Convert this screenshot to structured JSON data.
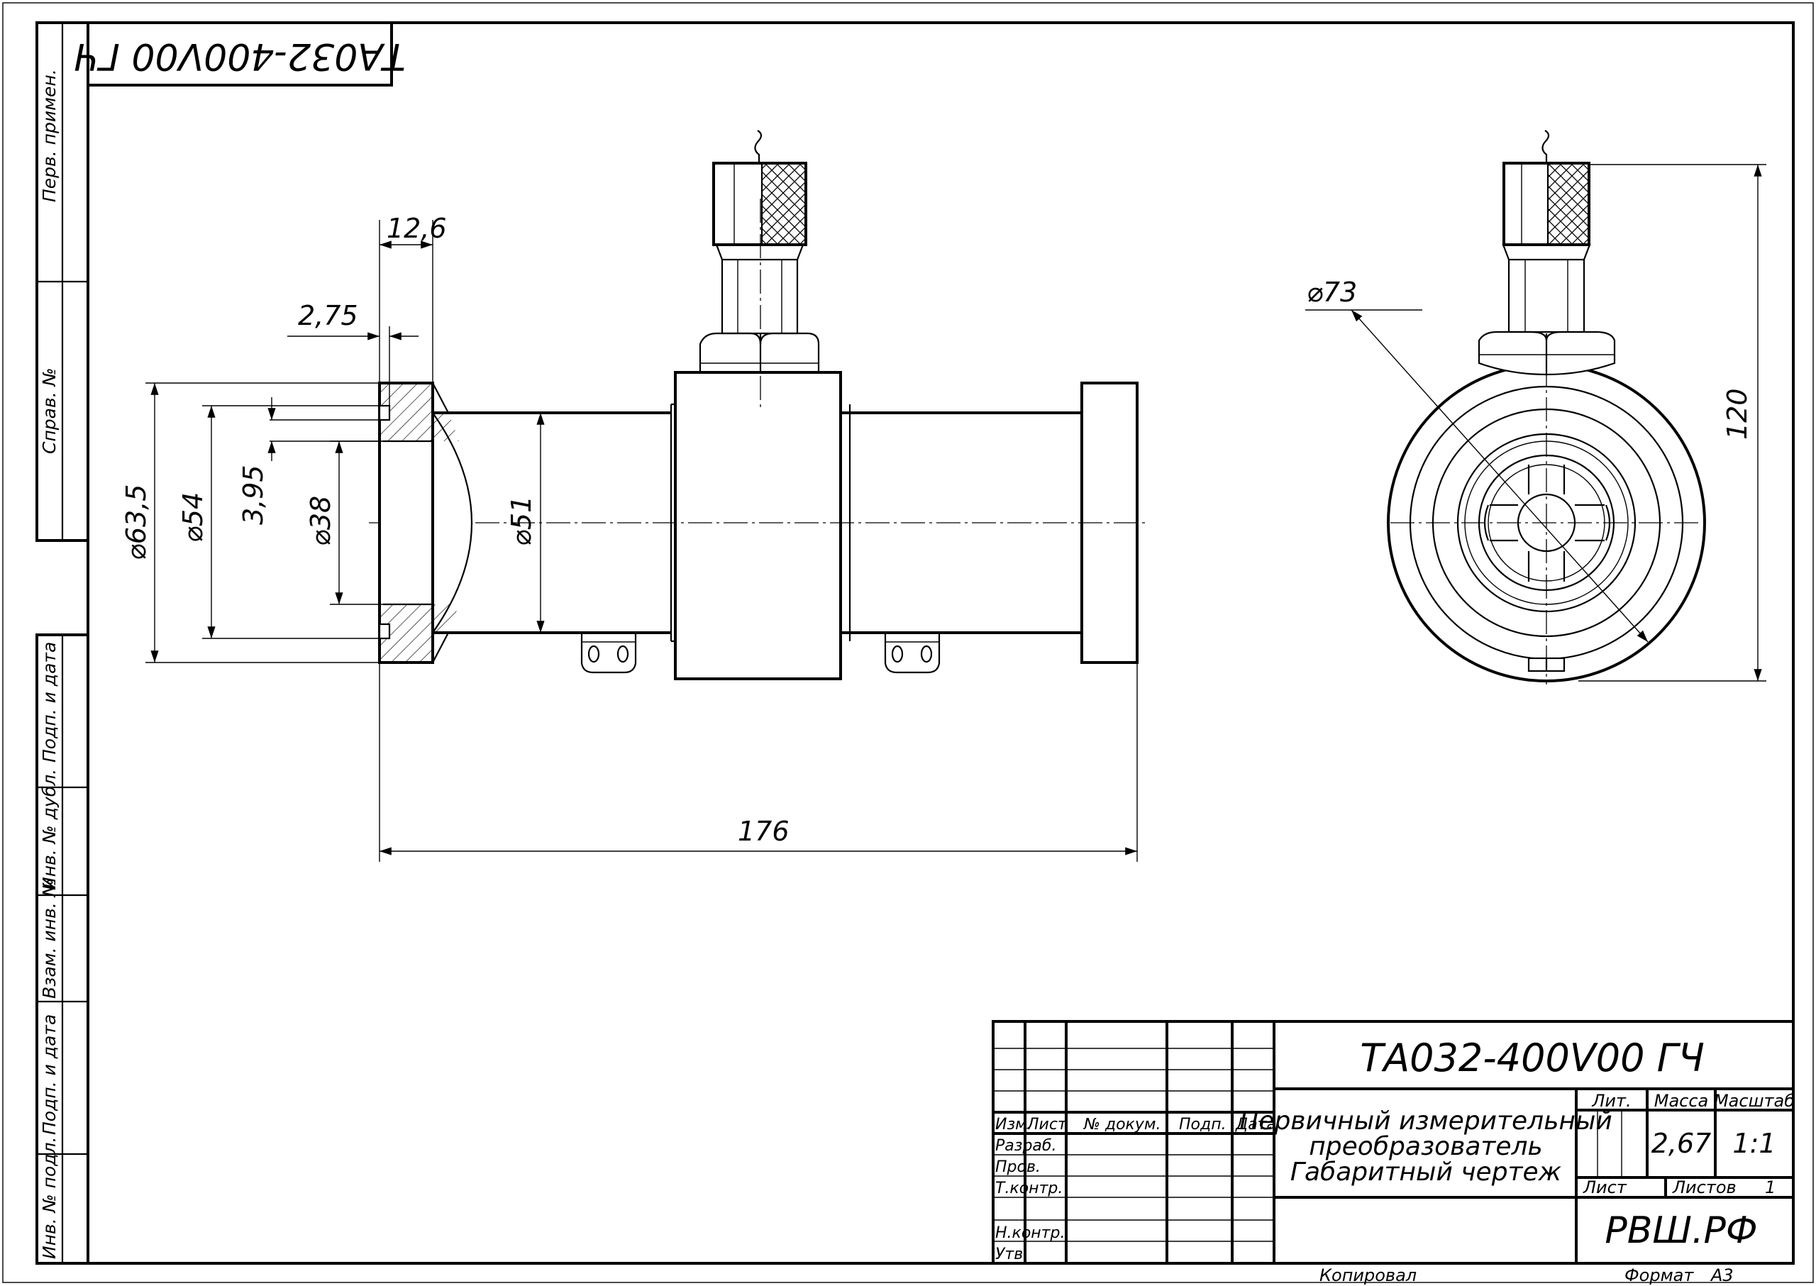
{
  "drawing": {
    "stamp_code": "ТА032-400V00 ГЧ",
    "side_labels": {
      "perv_primen": "Перв. примен.",
      "sprav_no": "Справ. №",
      "podp_data_1": "Подп. и дата",
      "inv_no_dubl": "Инв. № дубл.",
      "vzam_inv_no": "Взам. инв. №",
      "podp_data_2": "Подп. и дата",
      "inv_no_podl": "Инв. № подл."
    },
    "dimensions": {
      "d_flange_width": "12,6",
      "d_groove": "2,75",
      "d_outer": "⌀63,5",
      "d_groove_dia": "⌀54",
      "d_step": "3,95",
      "d_bore": "⌀38",
      "d_body": "⌀51",
      "d_length": "176",
      "d_circle": "⌀73",
      "d_height": "120"
    }
  },
  "title_block": {
    "designation": "ТА032-400V00 ГЧ",
    "name_line1": "Первичный измерительный",
    "name_line2": "преобразователь",
    "name_line3": "Габаритный чертеж",
    "columns": {
      "izm": "Изм.",
      "list": "Лист",
      "no_dokum": "№ докум.",
      "podp": "Подп.",
      "data": "Дата"
    },
    "rows": {
      "razrab": "Разраб.",
      "prov": "Пров.",
      "t_kontr": "Т.контр.",
      "n_kontr": "Н.контр.",
      "utv": "Утв."
    },
    "lit_label": "Лит.",
    "massa_label": "Масса",
    "masshtab_label": "Масштаб",
    "massa_value": "2,67",
    "masshtab_value": "1:1",
    "list_label": "Лист",
    "listov_label": "Листов",
    "listov_value": "1",
    "organization": "РВШ.РФ",
    "kopiroval": "Копировал",
    "format_label": "Формат",
    "format_value": "А3"
  }
}
